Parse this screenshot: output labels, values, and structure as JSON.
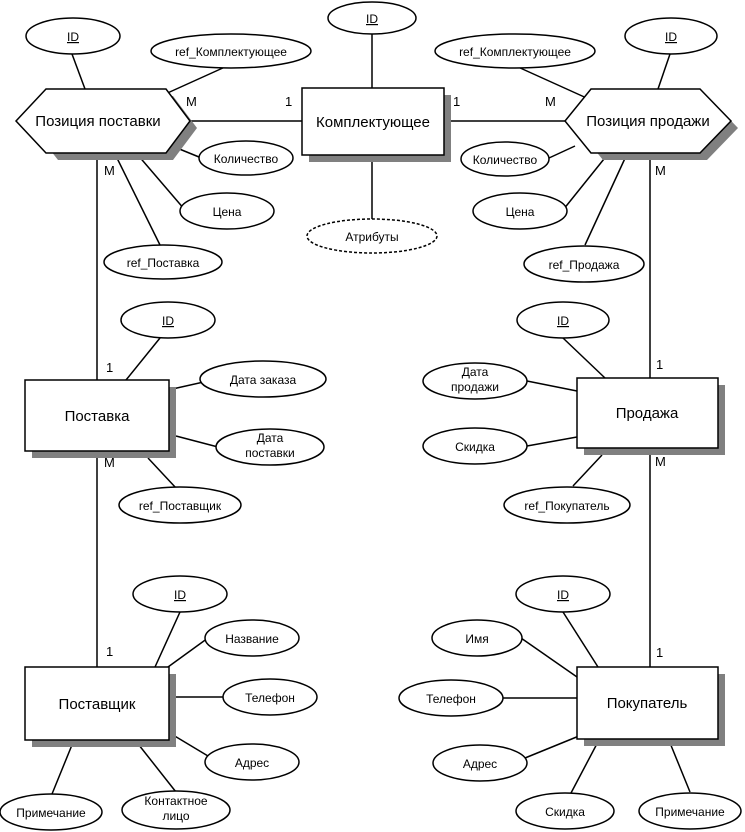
{
  "diagram": {
    "entities": {
      "komplekt": "Комплектующее",
      "postavka": "Поставка",
      "prodazha": "Продажа",
      "postavshchik": "Поставщик",
      "pokupatel": "Покупатель"
    },
    "relationships": {
      "pos_postavki": "Позиция поставки",
      "pos_prodazhi": "Позиция продажи"
    },
    "attributes": {
      "komplekt_id": "ID",
      "komplekt_attrs": "Атрибуты",
      "pp_id": "ID",
      "pp_ref_komplekt": "ref_Комплектующее",
      "pp_kolichestvo": "Количество",
      "pp_tsena": "Цена",
      "pp_ref_postavka": "ref_Поставка",
      "ps_id": "ID",
      "ps_ref_komplekt": "ref_Комплектующее",
      "ps_kolichestvo": "Количество",
      "ps_tsena": "Цена",
      "ps_ref_prodazha": "ref_Продажа",
      "postavka_id": "ID",
      "postavka_data_zakaza": "Дата заказа",
      "postavka_data_postavki_1": "Дата",
      "postavka_data_postavki_2": "поставки",
      "postavka_ref_postavshchik": "ref_Поставщик",
      "prodazha_id": "ID",
      "prodazha_data_1": "Дата",
      "prodazha_data_2": "продажи",
      "prodazha_skidka": "Скидка",
      "prodazha_ref_pokupatel": "ref_Покупатель",
      "postavshchik_id": "ID",
      "postavshchik_nazvanie": "Название",
      "postavshchik_telefon": "Телефон",
      "postavshchik_adres": "Адрес",
      "postavshchik_primechanie": "Примечание",
      "postavshchik_kontakt_1": "Контактное",
      "postavshchik_kontakt_2": "лицо",
      "pokupatel_id": "ID",
      "pokupatel_imya": "Имя",
      "pokupatel_telefon": "Телефон",
      "pokupatel_adres": "Адрес",
      "pokupatel_skidka": "Скидка",
      "pokupatel_primechanie": "Примечание"
    },
    "cardinalities": {
      "pp_komplekt_m": "M",
      "komplekt_pp_1": "1",
      "komplekt_ps_1": "1",
      "ps_komplekt_m": "M",
      "pp_postavka_m": "M",
      "postavka_pp_1": "1",
      "postavka_postavshchik_m": "M",
      "postavshchik_1": "1",
      "ps_prodazha_m": "M",
      "prodazha_ps_1": "1",
      "prodazha_pokupatel_m": "M",
      "pokupatel_1": "1"
    },
    "colors": {
      "line": "#000000",
      "shadow": "#808080",
      "fill": "#ffffff"
    }
  }
}
